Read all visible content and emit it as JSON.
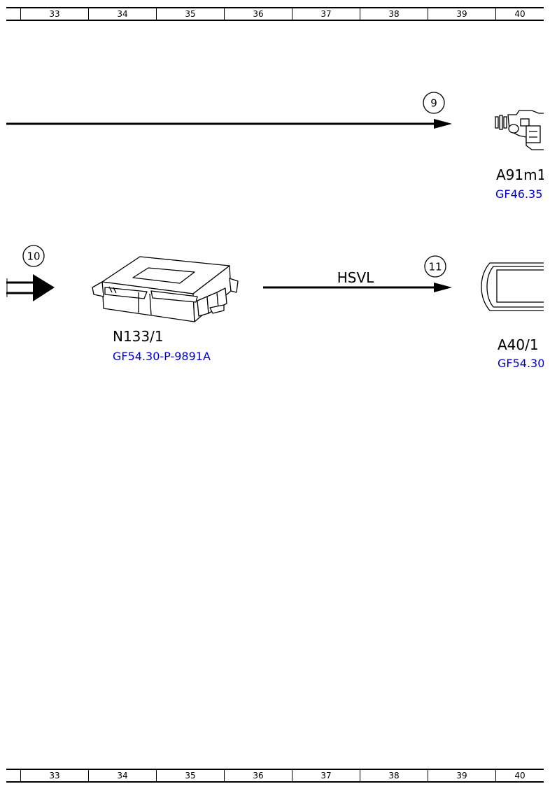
{
  "ruler_columns": [
    "33",
    "34",
    "35",
    "36",
    "37",
    "38",
    "39",
    "40"
  ],
  "markers": {
    "m9": "9",
    "m10": "10",
    "m11": "11"
  },
  "bus_label": "HSVL",
  "components": {
    "a91m1": {
      "name": "A91m1",
      "ref": "GF46.35"
    },
    "n133_1": {
      "name": "N133/1",
      "ref": "GF54.30-P-9891A"
    },
    "a40_1": {
      "name": "A40/1",
      "ref": "GF54.30"
    }
  },
  "colors": {
    "line": "#000000",
    "reference_link": "#0000cc"
  }
}
